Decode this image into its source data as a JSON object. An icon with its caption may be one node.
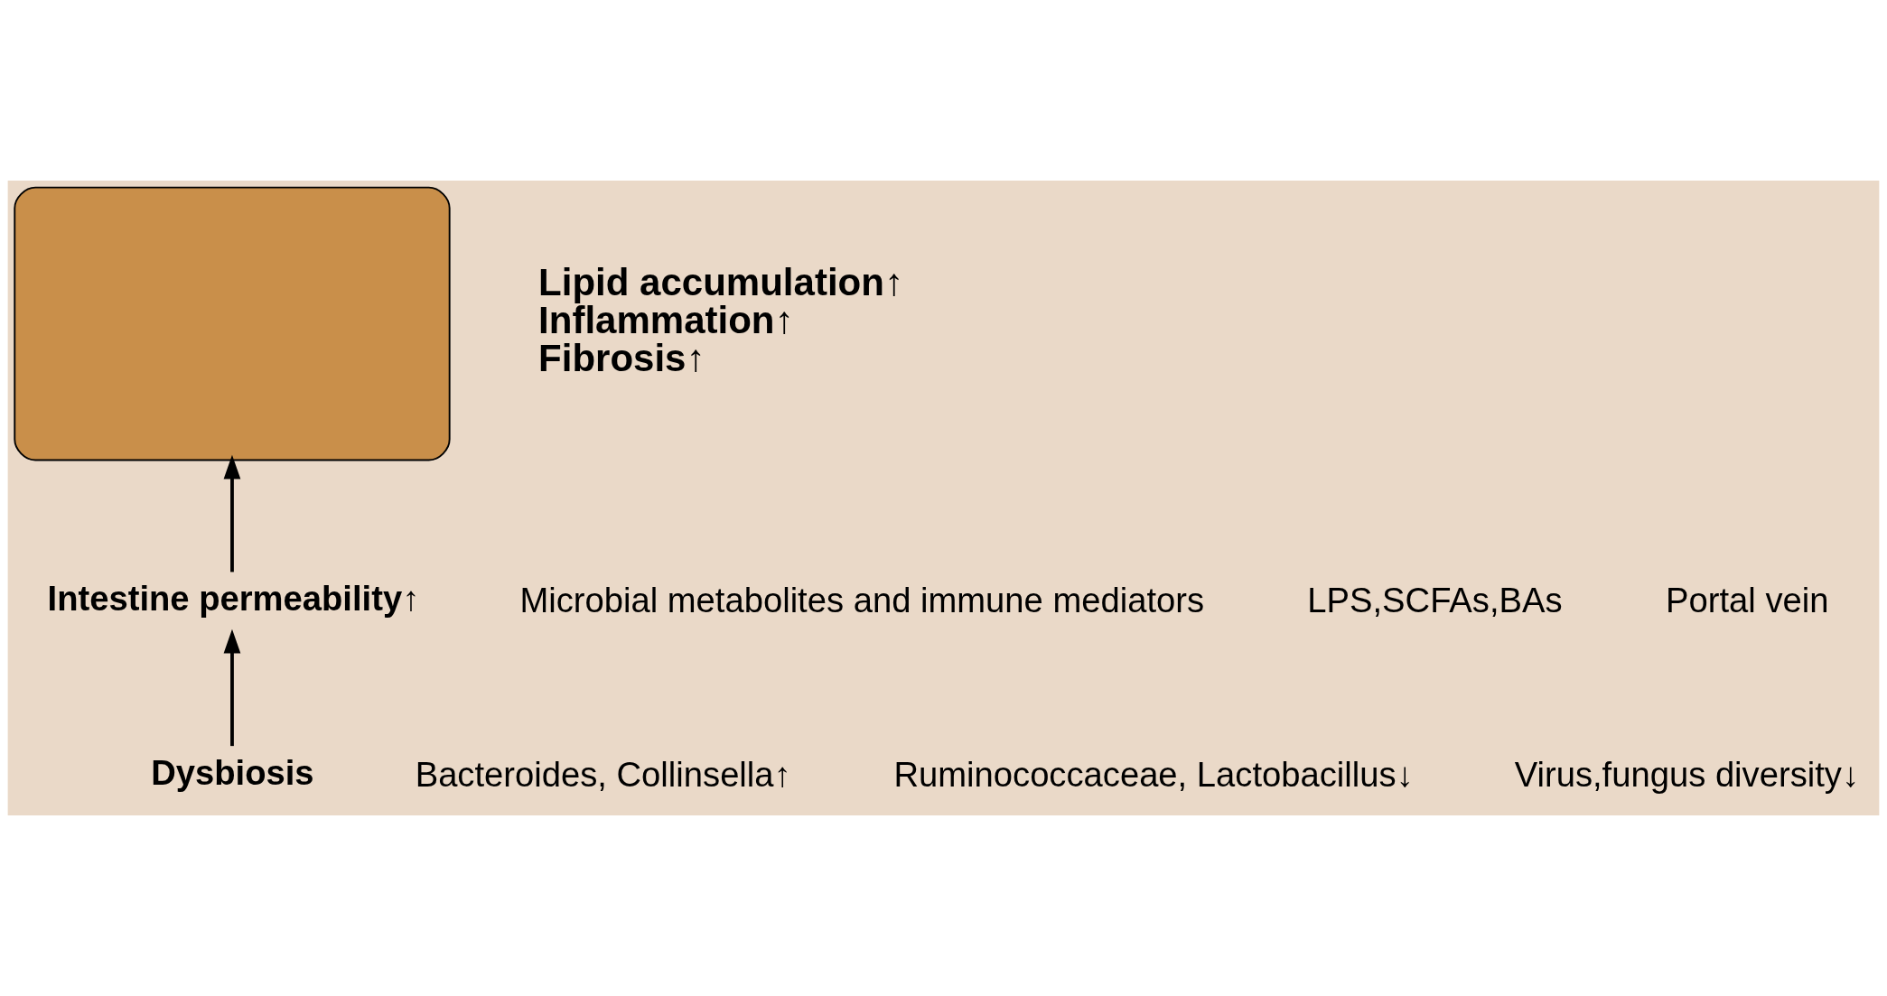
{
  "diagram": {
    "nodes": [
      {
        "text": [],
        "shape": "box",
        "beside": [
          "Lipid accumulation↑",
          "Inflammation↑",
          "Fibrosis↑"
        ]
      },
      {
        "text": [
          "Intestine permeability↑"
        ]
      },
      {
        "text": [
          "Dysbiosis"
        ]
      }
    ],
    "edges": [
      {
        "from": 2,
        "to": 1,
        "arrow": "to"
      },
      {
        "from": 1,
        "to": 0,
        "arrow": "to"
      }
    ],
    "labels": [
      "Microbial metabolites and immune mediators",
      "LPS,SCFAs,BAs",
      "Portal vein",
      "Bacteroides, Collinsella↑",
      "Ruminococcaceae, Lactobacillus↓",
      "Virus,fungus diversity↓"
    ]
  }
}
